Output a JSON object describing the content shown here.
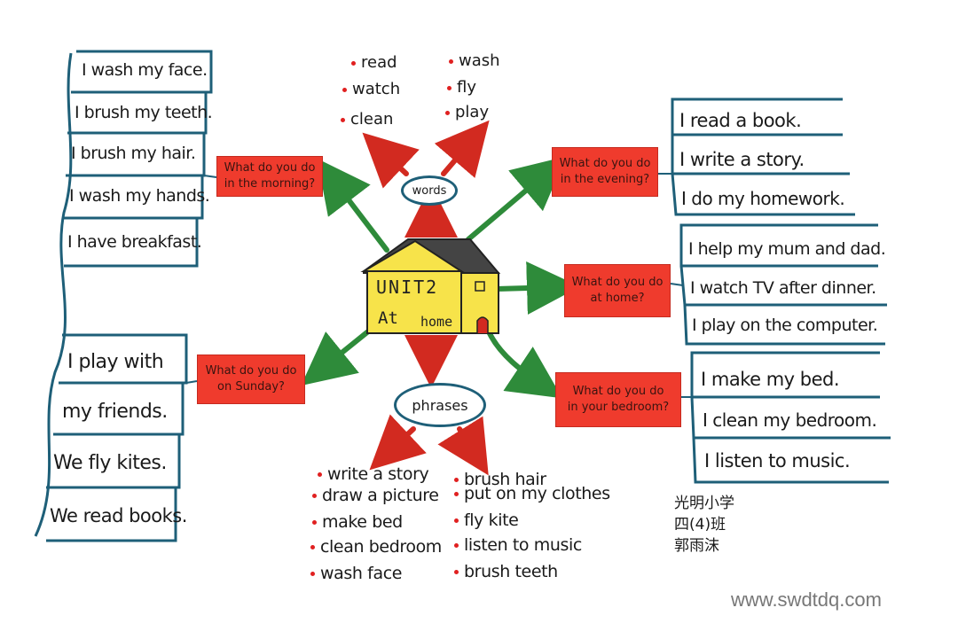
{
  "center": {
    "line1": "UNIT2",
    "line2_a": "At",
    "line2_b": "home"
  },
  "words": {
    "bubble": "words",
    "left": [
      "read",
      "watch",
      "clean"
    ],
    "right": [
      "wash",
      "fly",
      "play"
    ]
  },
  "phrases": {
    "bubble": "phrases",
    "left": [
      "write a story",
      "draw a picture",
      "make bed",
      "clean bedroom",
      "wash face"
    ],
    "right": [
      "brush hair",
      "put on my clothes",
      "fly kite",
      "listen to music",
      "brush teeth"
    ]
  },
  "morning": {
    "question_line1": "What do you do",
    "question_line2": "in the morning?",
    "sentences": [
      "I wash my face.",
      "I brush my teeth.",
      "I brush my hair.",
      "I wash my hands.",
      "I have breakfast."
    ]
  },
  "sunday": {
    "question_line1": "What do you do",
    "question_line2": "on Sunday?",
    "sentences": [
      "I play with",
      "my friends.",
      "We fly kites.",
      "We read books."
    ]
  },
  "evening": {
    "question_line1": "What do you do",
    "question_line2": "in the evening?",
    "sentences": [
      "I read a book.",
      "I write a story.",
      "I do my homework."
    ]
  },
  "athome": {
    "question_line1": "What do you do",
    "question_line2": "at home?",
    "sentences": [
      "I help my mum and dad.",
      "I watch TV after dinner.",
      "I play on the computer."
    ]
  },
  "bedroom": {
    "question_line1": "What do you do",
    "question_line2": "in your bedroom?",
    "sentences": [
      "I make my bed.",
      "I clean my bedroom.",
      "I listen to music."
    ]
  },
  "signature": {
    "line1": "光明小学",
    "line2": "四(4)班",
    "line3": "郭雨沫"
  },
  "watermark": "www.swdtdq.com",
  "colors": {
    "question_box": "#ef3b2d",
    "house": "#f7e34a",
    "arrow_green": "#2e8b3a",
    "arrow_red": "#d22a20",
    "frame": "#1e5f78"
  }
}
